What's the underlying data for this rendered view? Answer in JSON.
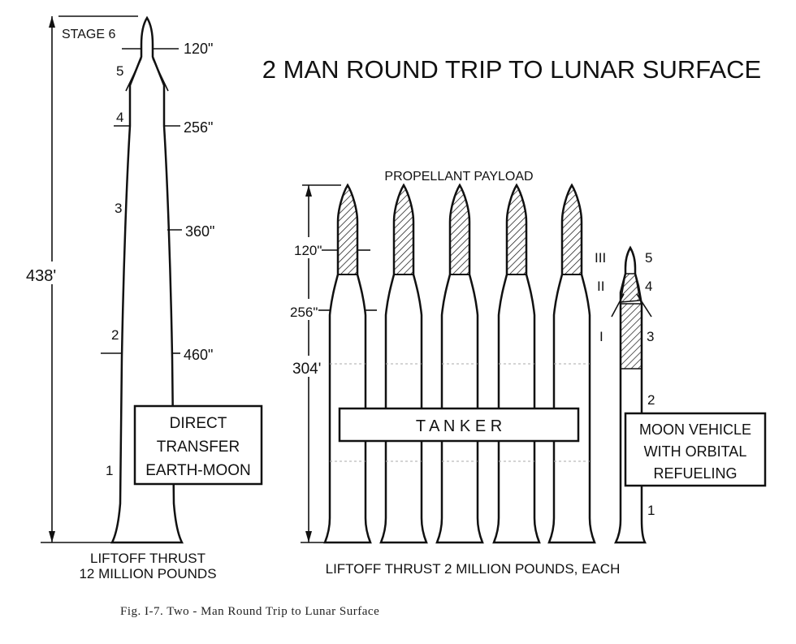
{
  "title": "2 MAN ROUND TRIP TO LUNAR SURFACE",
  "direct": {
    "stage_top": "STAGE 6",
    "stages": [
      "5",
      "4",
      "3",
      "2",
      "1"
    ],
    "diameters": [
      "120\"",
      "256\"",
      "360\"",
      "460\""
    ],
    "height": "438'",
    "box": [
      "DIRECT",
      "TRANSFER",
      "EARTH-MOON"
    ],
    "thrust": [
      "LIFTOFF THRUST",
      "12 MILLION POUNDS"
    ]
  },
  "tanker": {
    "payload_label": "PROPELLANT PAYLOAD",
    "diameters": [
      "120\"",
      "256\""
    ],
    "height": "304'",
    "box": "T A N K E R",
    "thrust": "LIFTOFF THRUST 2 MILLION POUNDS, EACH"
  },
  "moon_vehicle": {
    "roman": [
      "III",
      "II",
      "I"
    ],
    "stages": [
      "5",
      "4",
      "3",
      "2",
      "1"
    ],
    "box": [
      "MOON VEHICLE",
      "WITH ORBITAL",
      "REFUELING"
    ]
  },
  "caption": "Fig. I-7.  Two - Man Round Trip to Lunar Surface"
}
